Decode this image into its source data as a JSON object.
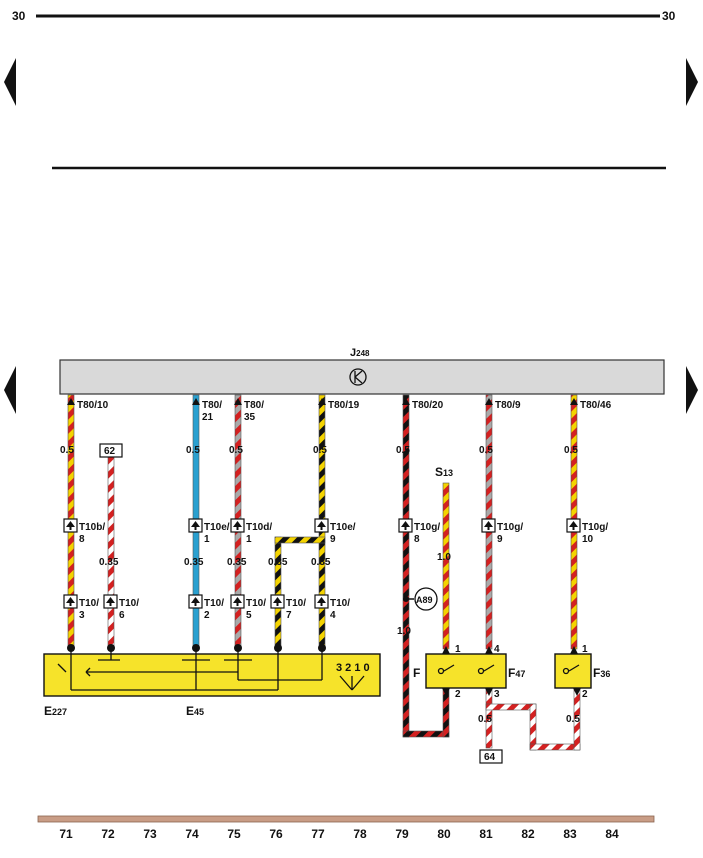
{
  "page": {
    "number_left": "30",
    "number_right": "30"
  },
  "control_unit": {
    "name": "J",
    "sub": "248"
  },
  "pins": [
    {
      "id": "p71",
      "main": "T80/10",
      "sub": ""
    },
    {
      "id": "p74",
      "main": "T80/",
      "sub": "21"
    },
    {
      "id": "p75",
      "main": "T80/",
      "sub": "35"
    },
    {
      "id": "p77",
      "main": "T80/19",
      "sub": ""
    },
    {
      "id": "p79",
      "main": "T80/20",
      "sub": ""
    },
    {
      "id": "p81",
      "main": "T80/9",
      "sub": ""
    },
    {
      "id": "p83",
      "main": "T80/46",
      "sub": ""
    }
  ],
  "wire_sizes": {
    "w71": "0.5",
    "w74": "0.5",
    "w75": "0.5",
    "w77": "0.5",
    "w79": "0.5",
    "w81": "0.5",
    "w83": "0.5",
    "w72": "0.35",
    "w74b": "0.35",
    "w75b": "0.35",
    "w76": "0.35",
    "w77b": "0.35",
    "w80": "1.0",
    "w79b": "1.0",
    "w81b": "0.5",
    "w83b": "0.5"
  },
  "mid_connectors": [
    {
      "id": "c71",
      "main": "T10b/",
      "sub": "8"
    },
    {
      "id": "c74",
      "main": "T10e/",
      "sub": "1"
    },
    {
      "id": "c75",
      "main": "T10d/",
      "sub": "1"
    },
    {
      "id": "c77",
      "main": "T10e/",
      "sub": "9"
    },
    {
      "id": "c79",
      "main": "T10g/",
      "sub": "8"
    },
    {
      "id": "c81",
      "main": "T10g/",
      "sub": "9"
    },
    {
      "id": "c83",
      "main": "T10g/",
      "sub": "10"
    }
  ],
  "low_connectors": [
    {
      "id": "l71",
      "main": "T10/",
      "sub": "3"
    },
    {
      "id": "l72",
      "main": "T10/",
      "sub": "6"
    },
    {
      "id": "l74",
      "main": "T10/",
      "sub": "2"
    },
    {
      "id": "l75",
      "main": "T10/",
      "sub": "5"
    },
    {
      "id": "l76",
      "main": "T10/",
      "sub": "7"
    },
    {
      "id": "l77",
      "main": "T10/",
      "sub": "4"
    }
  ],
  "refs": {
    "r62": "62",
    "r64": "64",
    "a89": "A89"
  },
  "components": {
    "s13": {
      "name": "S",
      "sub": "13"
    },
    "e227": {
      "name": "E",
      "sub": "227"
    },
    "e45": {
      "name": "E",
      "sub": "45"
    },
    "f": "F",
    "f47": {
      "name": "F",
      "sub": "47"
    },
    "f36": {
      "name": "F",
      "sub": "36"
    },
    "selector": "3 2 1 0"
  },
  "terminals": {
    "f_1": "1",
    "f_2": "2",
    "f47_4": "4",
    "f47_3": "3",
    "f36_1": "1",
    "f36_2": "2"
  },
  "columns": [
    "71",
    "72",
    "73",
    "74",
    "75",
    "76",
    "77",
    "78",
    "79",
    "80",
    "81",
    "82",
    "83",
    "84"
  ],
  "colors": {
    "red": "#d42020",
    "yellow": "#f4d300",
    "blue": "#2aa0d0",
    "grey": "#a9a9a9",
    "black": "#111111",
    "white": "#ffffff",
    "unit_fill": "#d9d9d9",
    "component_fill": "#f6e32a",
    "bottom_bar": "#c99d86"
  }
}
